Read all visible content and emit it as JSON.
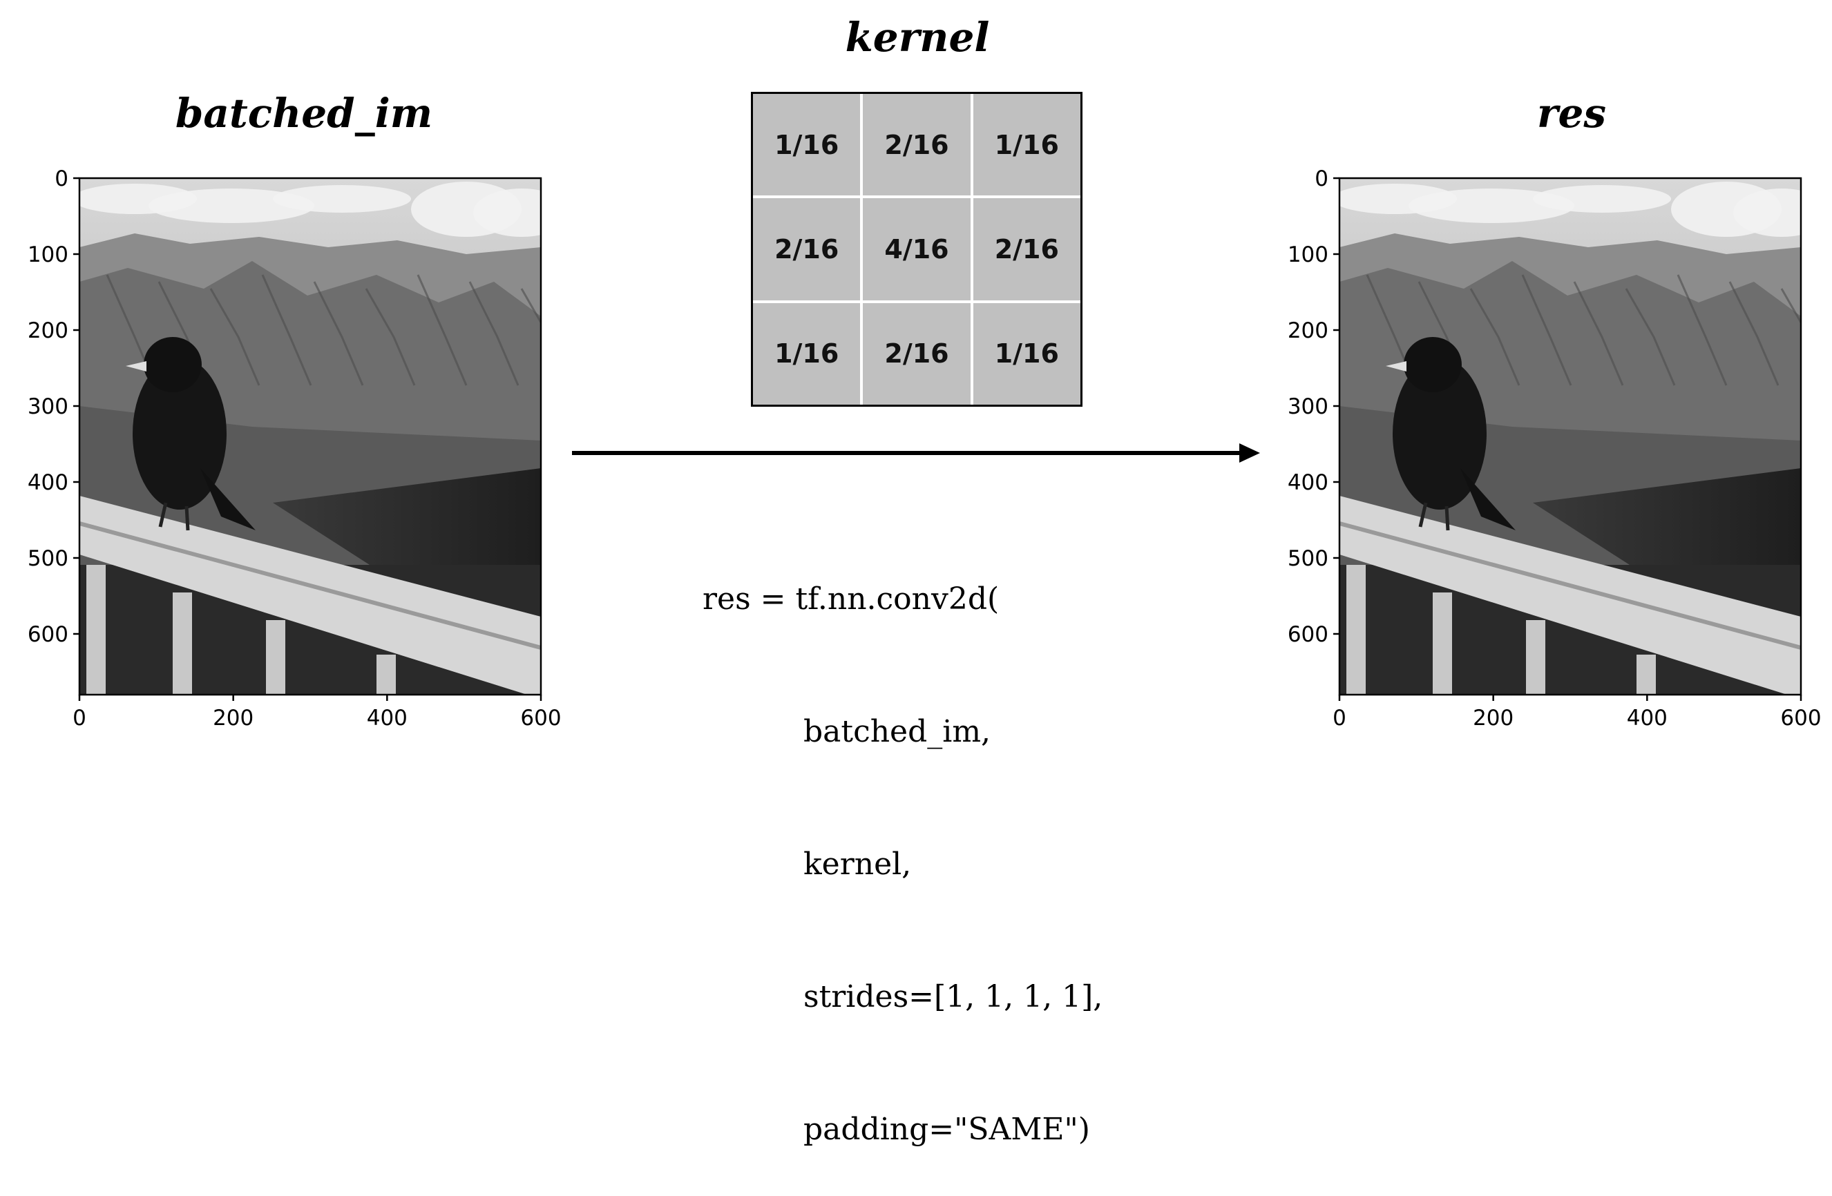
{
  "titles": {
    "input": "batched_im",
    "kernel": "kernel",
    "output": "res"
  },
  "kernel": {
    "rows": [
      [
        "1/16",
        "2/16",
        "1/16"
      ],
      [
        "2/16",
        "4/16",
        "2/16"
      ],
      [
        "1/16",
        "2/16",
        "1/16"
      ]
    ]
  },
  "code": {
    "lines": [
      "res = tf.nn.conv2d(",
      "batched_im,",
      "kernel,",
      "strides=[1, 1, 1, 1],",
      "padding=\"SAME\")"
    ]
  },
  "axes": {
    "y_ticks": [
      "0",
      "100",
      "200",
      "300",
      "400",
      "500",
      "600"
    ],
    "x_ticks": [
      "0",
      "200",
      "400",
      "600"
    ],
    "x_tick_values": [
      0,
      200,
      400,
      600
    ],
    "y_tick_values": [
      0,
      100,
      200,
      300,
      400,
      500,
      600
    ],
    "x_max": 600,
    "y_max": 680
  },
  "colors": {
    "kernel_cell": "#c0c0c0",
    "arrow": "#000000"
  }
}
